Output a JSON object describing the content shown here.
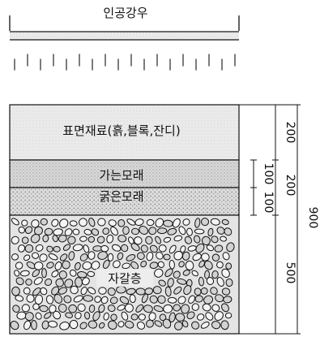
{
  "rain": {
    "title": "인공강우"
  },
  "layers": [
    {
      "label": "표면재료(흙,블록,잔디)",
      "thickness": "200"
    },
    {
      "label": "가는모래",
      "thickness": "100"
    },
    {
      "label": "굵은모래",
      "thickness": "100"
    },
    {
      "label": "자갈층",
      "thickness": "500"
    }
  ],
  "dimensions": {
    "middle": "200",
    "total": "900"
  },
  "colors": {
    "line": "#111111",
    "surface_fill": "#e9e9e9",
    "fine_sand_fill": "#d7d7d7",
    "coarse_sand_fill": "#dedede",
    "gravel_fill": "#e6e6e6"
  }
}
